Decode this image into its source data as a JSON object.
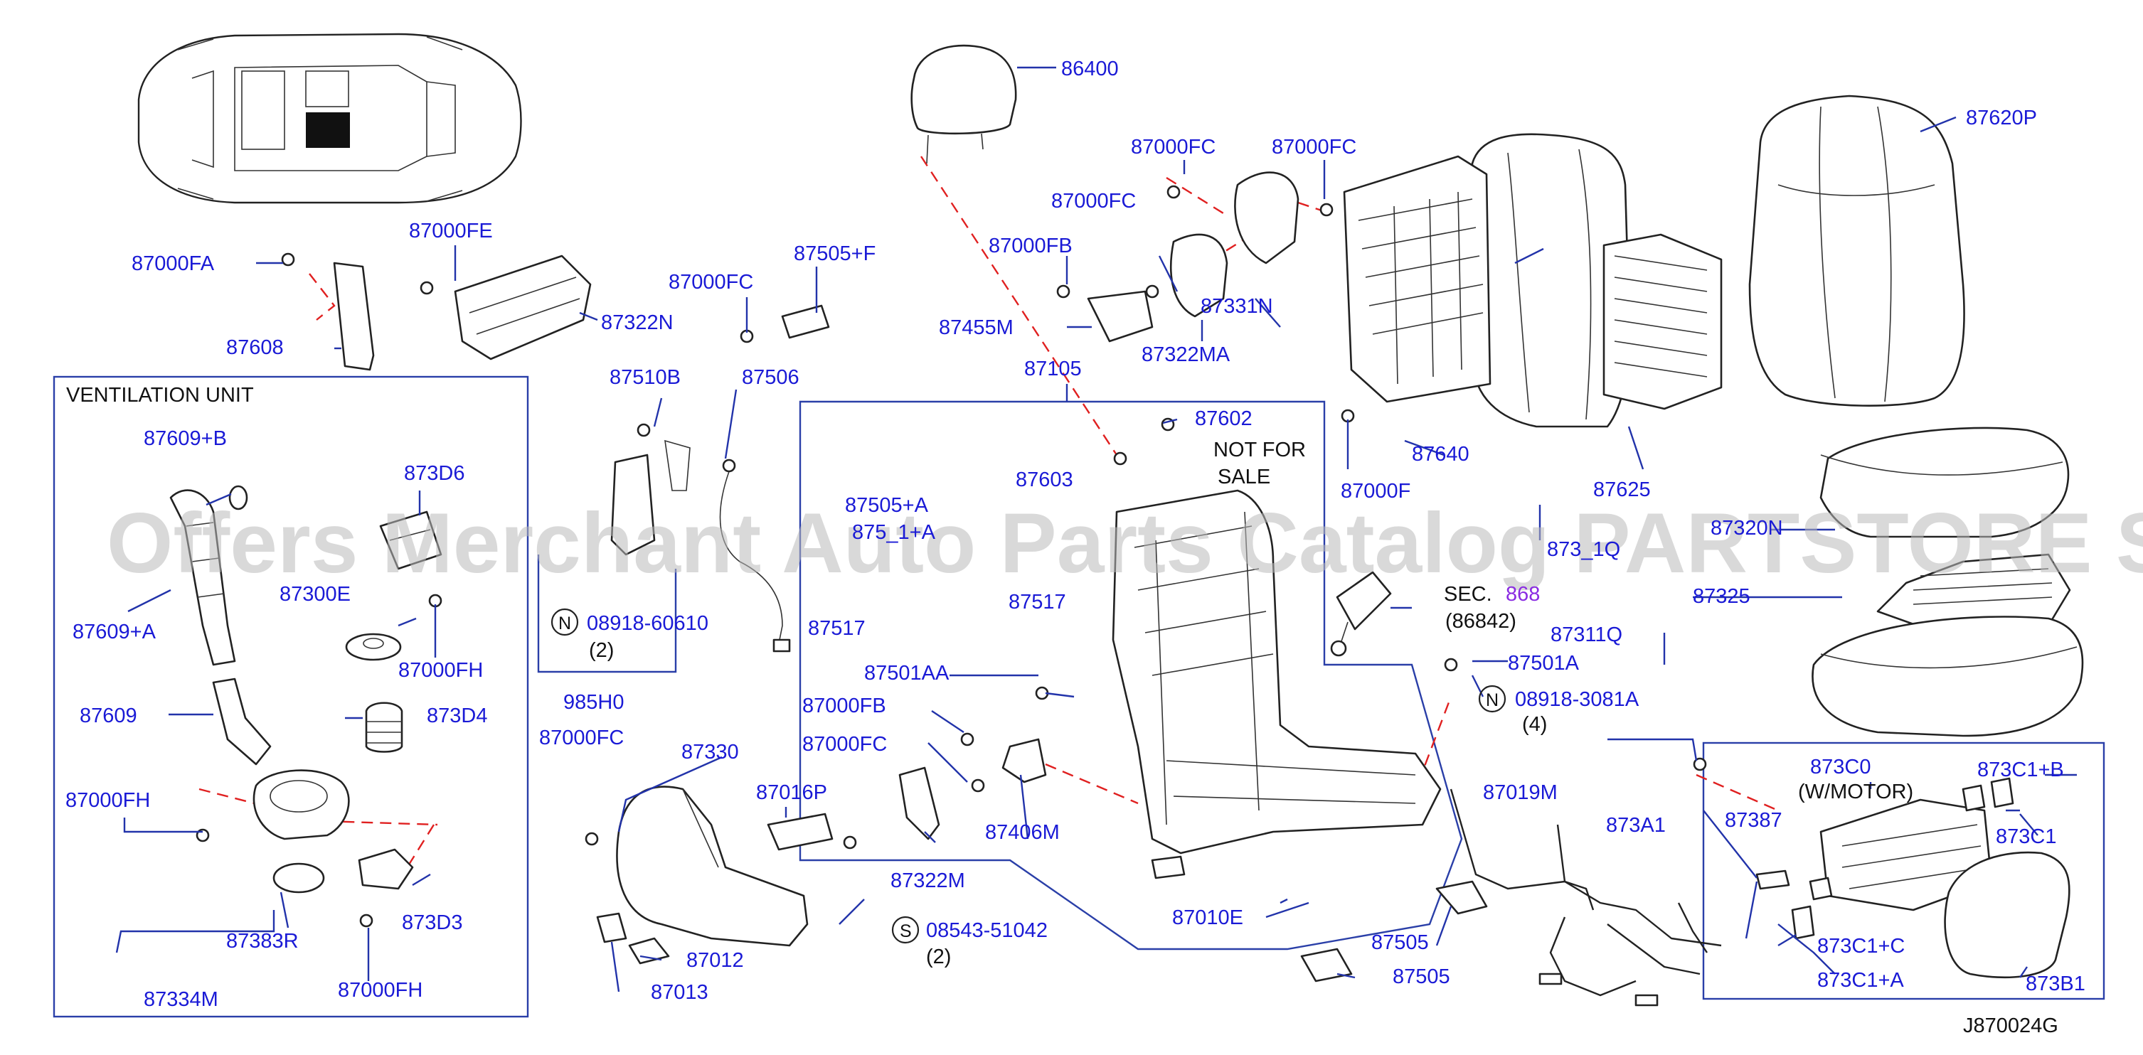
{
  "diagram": {
    "code": "J870024G",
    "watermark": "Offers Merchant Auto Parts Catalog PARTSTORE SA",
    "ventilation_unit_title": "VENTILATION  UNIT",
    "labels": {
      "p86400": "86400",
      "p87000FC_a": "87000FC",
      "p87000FC_b": "87000FC",
      "p87620P": "87620P",
      "p87000FE": "87000FE",
      "p87000FC_c": "87000FC",
      "p87000FA": "87000FA",
      "p87505F": "87505+F",
      "p87000FC_d": "87000FC",
      "p87322N": "87322N",
      "p87000FB_a": "87000FB",
      "p87608": "87608",
      "p87455M": "87455M",
      "p87331N": "87331N",
      "p87322MA": "87322MA",
      "p87105": "87105",
      "p87510B": "87510B",
      "p87506": "87506",
      "p87602": "87602",
      "p87640": "87640",
      "p87609B": "87609+B",
      "p873D6": "873D6",
      "p87603": "87603",
      "p87000F": "87000F",
      "p87625": "87625",
      "p87505A": "87505+A",
      "p875_1A": "875_1+A",
      "p87320N": "87320N",
      "p873_1Q": "873_1Q",
      "p87300E": "87300E",
      "p87517_a": "87517",
      "p87517_b": "87517",
      "p87325": "87325",
      "p87609A": "87609+A",
      "p868": "868",
      "p87311Q": "87311Q",
      "p87000FH_a": "87000FH",
      "p87501A": "87501A",
      "p87501AA": "87501AA",
      "p985H0": "985H0",
      "p87609": "87609",
      "p873D4": "873D4",
      "p87000FB_b": "87000FB",
      "p87000FC_e": "87000FC",
      "p87000FC_f": "87000FC",
      "p87330": "87330",
      "p873C0": "873C0",
      "p873C1B": "873C1+B",
      "p87016P": "87016P",
      "p87019M": "87019M",
      "p87000FH_b": "87000FH",
      "p87406M": "87406M",
      "p87387": "87387",
      "p873A1": "873A1",
      "p873C1": "873C1",
      "p87322M": "87322M",
      "p87010E": "87010E",
      "p873D3": "873D3",
      "p87383R": "87383R",
      "p873C1C": "873C1+C",
      "p87505_a": "87505",
      "p873C1A": "873C1+A",
      "p87012": "87012",
      "p87505_b": "87505",
      "p873B1": "873B1",
      "p87000FH_c": "87000FH",
      "p87334M": "87334M",
      "p87013": "87013"
    },
    "notes": {
      "not_for": "NOT  FOR",
      "sale": "SALE",
      "sec": "SEC.",
      "sec_ref": "(86842)",
      "w_motor": "(W/MOTOR)",
      "qty_2a": "(2)",
      "qty_4": "(4)",
      "qty_2b": "(2)"
    },
    "circled": {
      "n1_letter": "N",
      "n1_part": "08918-60610",
      "n2_letter": "N",
      "n2_part": "08918-3081A",
      "s1_letter": "S",
      "s1_part": "08543-51042"
    }
  }
}
